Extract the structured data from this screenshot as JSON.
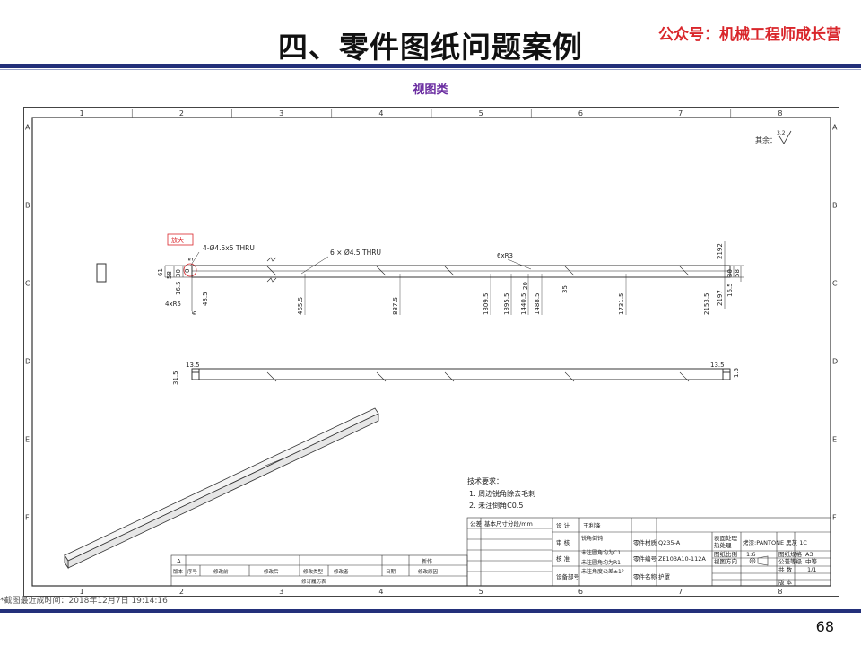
{
  "slide": {
    "title": "四、零件图纸问题案例",
    "brand": "公众号：机械工程师成长营",
    "subtitle": "视图类",
    "page_number": "68",
    "capture_note": "*截图最近成时间：2018年12月7日 19:14:16"
  },
  "drawing": {
    "zone_columns": [
      "1",
      "2",
      "3",
      "4",
      "5",
      "6",
      "7",
      "8"
    ],
    "zone_rows": [
      "A",
      "B",
      "C",
      "D",
      "E",
      "F"
    ],
    "surface_finish": "其余：",
    "surface_value": "3.2",
    "callout_box": "放大",
    "top_view": {
      "hole_note_1": "4-Ø4.5x5 THRU",
      "hole_note_2": "6 × Ø4.5 THRU",
      "radius_note_1": "6xR3",
      "radius_note_2": "4xR5",
      "right_dims": [
        "2192",
        "2197",
        "2153.5"
      ],
      "left_dims": [
        "61",
        "58",
        "30",
        "16.5",
        "0",
        "6",
        "5",
        "43.5"
      ],
      "bottom_dims": [
        "465.5",
        "887.5",
        "1309.5",
        "1395.5",
        "1440.5",
        "1488.5",
        "1731.5"
      ],
      "small_dims": [
        "20",
        "35",
        "30",
        "58",
        "16.5"
      ]
    },
    "side_view": {
      "dim_left_top": "13.5",
      "dim_left": "31.5",
      "dim_right_top": "13.5",
      "dim_right": "1.5"
    },
    "tech_requirements": {
      "title": "技术要求：",
      "items": [
        "1. 周边锐角除去毛刺",
        "2. 未注倒角C0.5"
      ]
    },
    "revision_table": {
      "row_label": "A",
      "headers": [
        "版本",
        "序号",
        "修改前",
        "修改后",
        "修改类型",
        "修改者",
        "日期",
        "修改原因"
      ],
      "footer": "修订履历表",
      "new_label": "新作"
    },
    "title_block": {
      "design_label": "设 计",
      "designer": "王利锋",
      "review_label": "审 核",
      "approve_label": "核 准",
      "dept_label": "设备部号",
      "material_label": "零件材质",
      "material": "Q235-A",
      "part_no_label": "零件编号",
      "part_no": "ZE103A10-112A",
      "part_name_label": "零件名称",
      "part_name": "护罩",
      "surface_label": "表面处理",
      "heat_label": "热处理",
      "paint": "烤漆:PANTONE 黑灰 1C",
      "scale_label": "图纸比例",
      "scale": "1:6",
      "size_label": "图纸规格",
      "size": "A3",
      "projection_label": "视图方向",
      "tolerance_label": "公差等级",
      "tolerance": "中等",
      "qty_label": "共 数",
      "qty": "1/1",
      "version_label": "版 本",
      "edge_notes": [
        "锐角倒钝",
        "未注圆角均为C1",
        "未注圆角均为R1",
        "未注角度公差±1°"
      ],
      "tol_header": "公差",
      "tol_title": "基本尺寸分段/mm"
    }
  }
}
